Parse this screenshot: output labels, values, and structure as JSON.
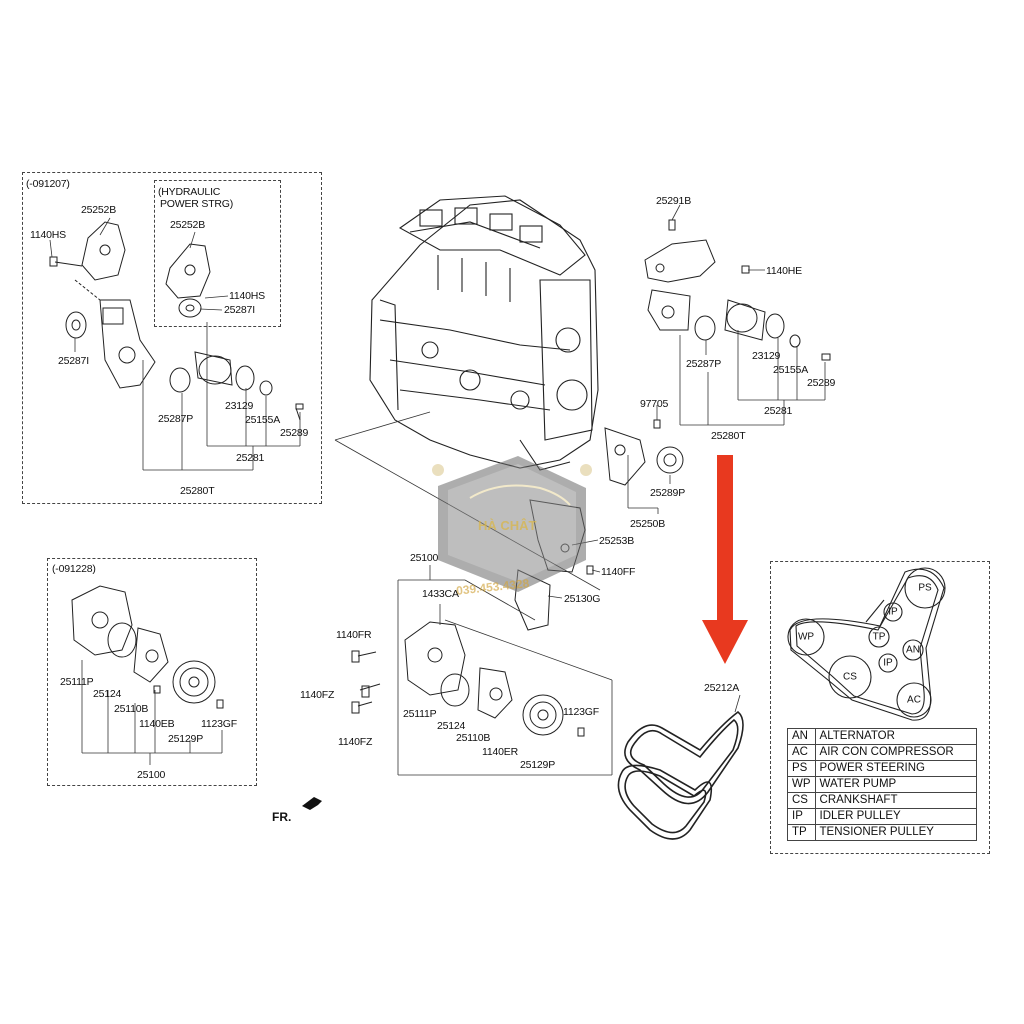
{
  "boxes": {
    "tensioner_box_code": "(-091207)",
    "hydraulic_line1": "(HYDRAULIC",
    "hydraulic_line2": "POWER STRG)",
    "water_pump_box_code": "(-091228)"
  },
  "labels": {
    "b1_25252B": "25252B",
    "b1_1140HS": "1140HS",
    "b1_25287I": "25287I",
    "b1_25287P": "25287P",
    "b1_23129": "23129",
    "b1_25155A": "25155A",
    "b1_25289": "25289",
    "b1_25281": "25281",
    "b1_25280T": "25280T",
    "h_25252B": "25252B",
    "h_1140HS": "1140HS",
    "h_25287I": "25287I",
    "m_25291B": "25291B",
    "m_1140HE": "1140HE",
    "m_25287P": "25287P",
    "m_23129": "23129",
    "m_25155A": "25155A",
    "m_25289": "25289",
    "m_25281": "25281",
    "m_25280T": "25280T",
    "m_97705": "97705",
    "m_25289P": "25289P",
    "m_25250B": "25250B",
    "m_25253B": "25253B",
    "m_1140FF": "1140FF",
    "m_25130G": "25130G",
    "m_25100": "25100",
    "m_1433CA": "1433CA",
    "m_1140FR": "1140FR",
    "m_1140FZ_a": "1140FZ",
    "m_1140FZ_b": "1140FZ",
    "m_25111P": "25111P",
    "m_25124": "25124",
    "m_25110B": "25110B",
    "m_1140ER": "1140ER",
    "m_1123GF": "1123GF",
    "m_25129P": "25129P",
    "m_25212A": "25212A",
    "b2_25111P": "25111P",
    "b2_25124": "25124",
    "b2_25110B": "25110B",
    "b2_1140EB": "1140EB",
    "b2_1123GF": "1123GF",
    "b2_25129P": "25129P",
    "b2_25100": "25100",
    "fr": "FR."
  },
  "watermark": {
    "brand": "HÀ CHÂT",
    "phone": "039.453.4328"
  },
  "belt_routing": {
    "pulleys": [
      "PS",
      "IP",
      "WP",
      "TP",
      "IP",
      "AN",
      "CS",
      "AC"
    ]
  },
  "legend": [
    {
      "abbr": "AN",
      "name": "ALTERNATOR"
    },
    {
      "abbr": "AC",
      "name": "AIR CON COMPRESSOR"
    },
    {
      "abbr": "PS",
      "name": "POWER STEERING"
    },
    {
      "abbr": "WP",
      "name": "WATER PUMP"
    },
    {
      "abbr": "CS",
      "name": "CRANKSHAFT"
    },
    {
      "abbr": "IP",
      "name": "IDLER PULLEY"
    },
    {
      "abbr": "TP",
      "name": "TENSIONER PULLEY"
    }
  ],
  "colors": {
    "arrow": "#e8391f",
    "line": "#222222"
  }
}
